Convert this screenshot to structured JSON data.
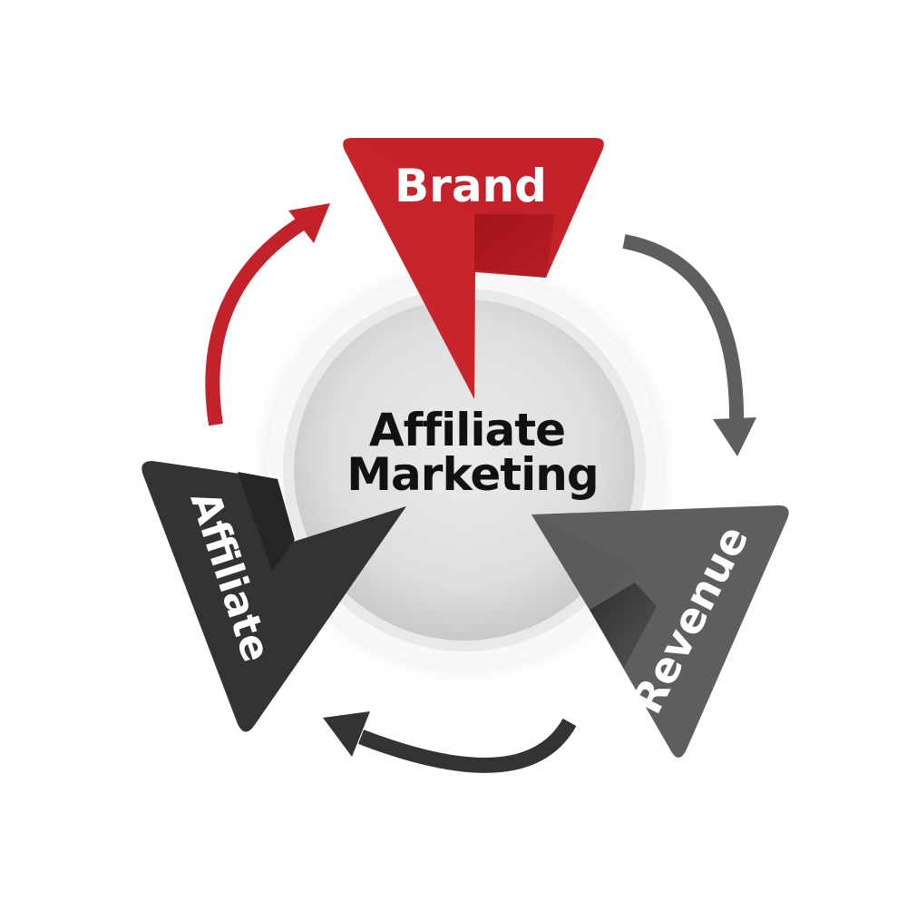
{
  "diagram": {
    "title": "Affiliate Marketing",
    "center": {
      "line1": "Affiliate",
      "line2": "Marketing"
    },
    "nodes": [
      {
        "id": "brand",
        "label": "Brand",
        "color": "#c4222a",
        "fold_color": "#a3151c"
      },
      {
        "id": "revenue",
        "label": "Revenue",
        "color": "#5e5e5e",
        "fold_color": "#3f3f3f"
      },
      {
        "id": "affiliate",
        "label": "Affiliate",
        "color": "#333333",
        "fold_color": "#1f1f1f"
      }
    ],
    "arrows": [
      {
        "from": "affiliate",
        "to": "brand",
        "color": "#c4222a"
      },
      {
        "from": "brand",
        "to": "revenue",
        "color": "#5e5e5e"
      },
      {
        "from": "revenue",
        "to": "affiliate",
        "color": "#333333"
      }
    ],
    "colors": {
      "background": "#ffffff",
      "disc": "#e3e3e3",
      "rim": "#f7f7f7",
      "text_dark": "#111111",
      "text_light": "#ffffff"
    }
  }
}
